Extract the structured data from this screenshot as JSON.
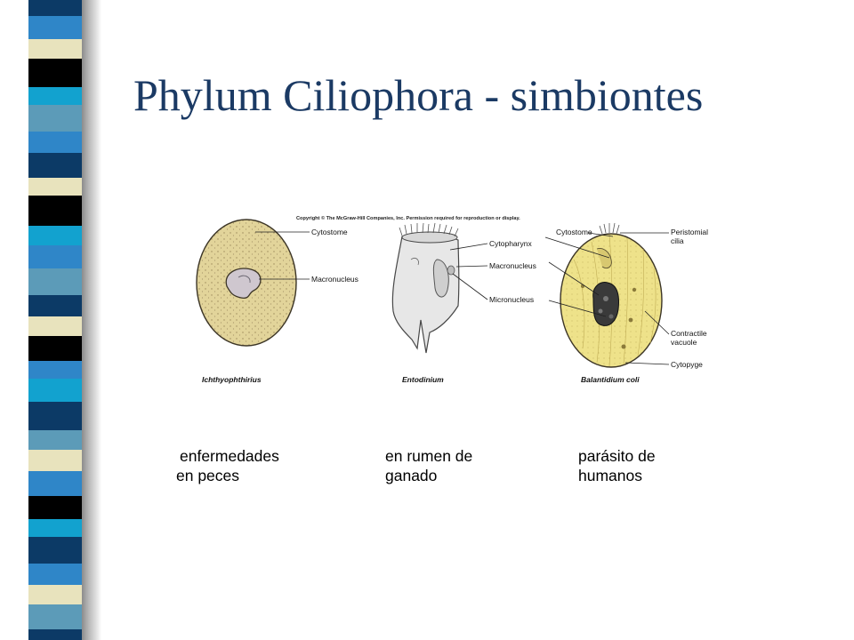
{
  "title": "Phylum Ciliophora - simbiontes",
  "figure": {
    "copyright": "Copyright © The McGraw-Hill Companies, Inc. Permission required for reproduction or display.",
    "organisms": [
      {
        "name": "Ichthyophthirius",
        "labels": [
          "Cytostome",
          "Macronucleus"
        ],
        "caption": [
          "enfermedades",
          "en peces"
        ]
      },
      {
        "name": "Entodinium",
        "labels": [
          "Cytopharynx",
          "Macronucleus",
          "Micronucleus"
        ],
        "caption": [
          "en rumen de",
          "ganado"
        ]
      },
      {
        "name": "Balantidium coli",
        "labels": [
          "Cytostome",
          "Peristomial",
          "cilia",
          "Contractile",
          "vacuole",
          "Cytopyge"
        ],
        "caption": [
          "parásito de",
          "humanos"
        ]
      }
    ]
  },
  "colors": {
    "title": "#1b3a64",
    "cell_fill": "#e2d49a",
    "balantidium_fill": "#eee28a",
    "stripe_palette": [
      "#0c3a66",
      "#2f86c8",
      "#e8e3bd",
      "#000000",
      "#12a2cf",
      "#5c9bb8"
    ]
  }
}
